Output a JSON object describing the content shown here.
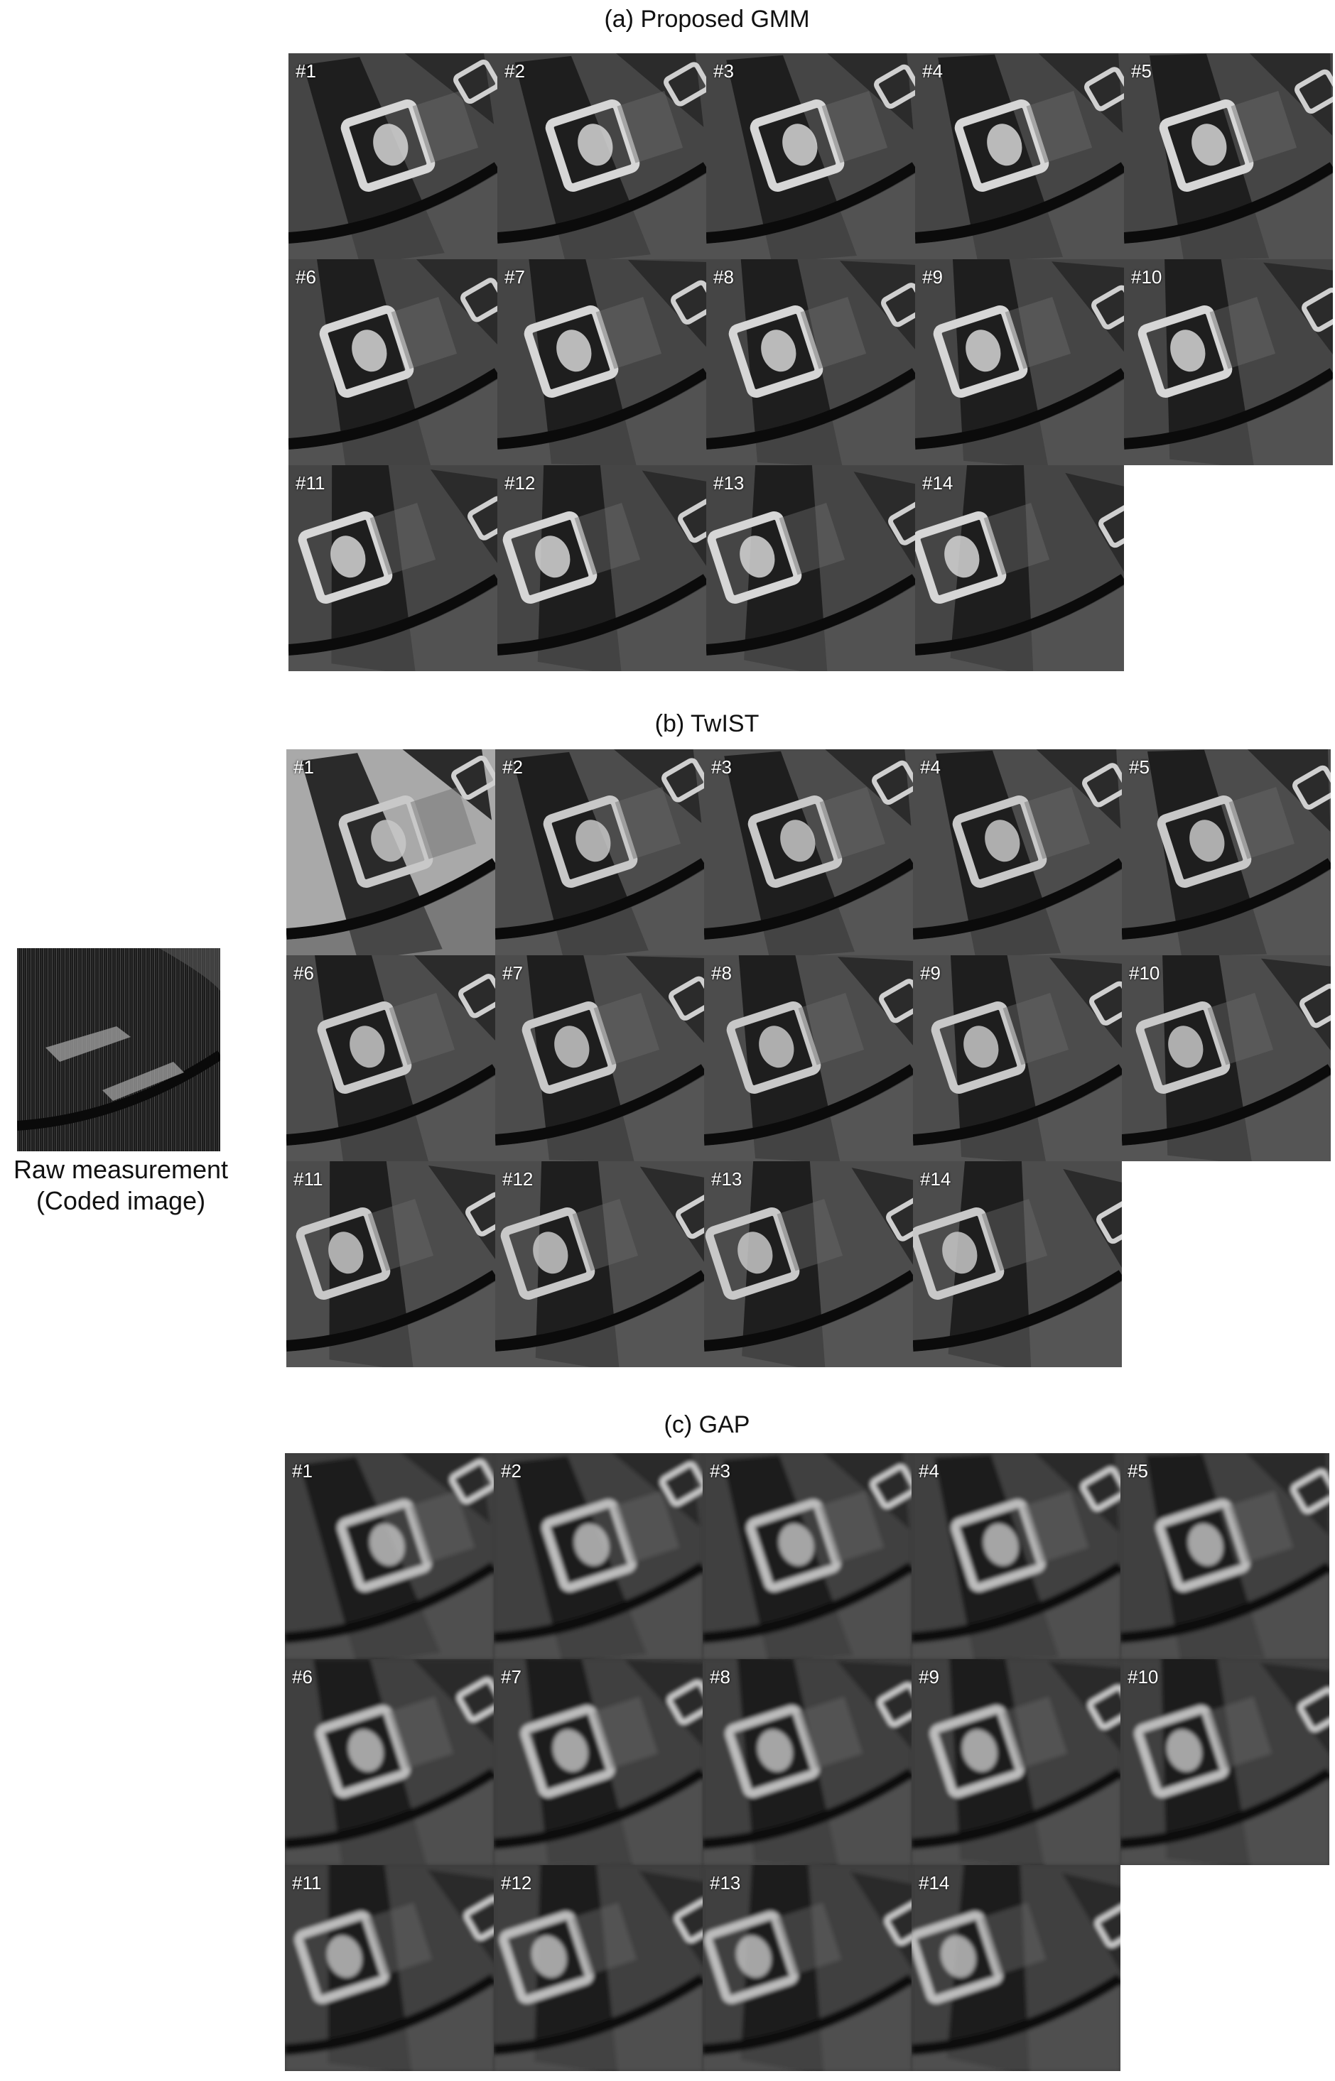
{
  "figure": {
    "raw": {
      "caption_line1": "Raw measurement",
      "caption_line2": "(Coded image)"
    },
    "sections": [
      {
        "title": "(a) Proposed GMM",
        "method": "gmm",
        "frames": [
          "#1",
          "#2",
          "#3",
          "#4",
          "#5",
          "#6",
          "#7",
          "#8",
          "#9",
          "#10",
          "#11",
          "#12",
          "#13",
          "#14"
        ]
      },
      {
        "title": "(b) TwIST",
        "method": "twist",
        "frames": [
          "#1",
          "#2",
          "#3",
          "#4",
          "#5",
          "#6",
          "#7",
          "#8",
          "#9",
          "#10",
          "#11",
          "#12",
          "#13",
          "#14"
        ]
      },
      {
        "title": "(c) GAP",
        "method": "gap",
        "frames": [
          "#1",
          "#2",
          "#3",
          "#4",
          "#5",
          "#6",
          "#7",
          "#8",
          "#9",
          "#10",
          "#11",
          "#12",
          "#13",
          "#14"
        ]
      }
    ]
  }
}
